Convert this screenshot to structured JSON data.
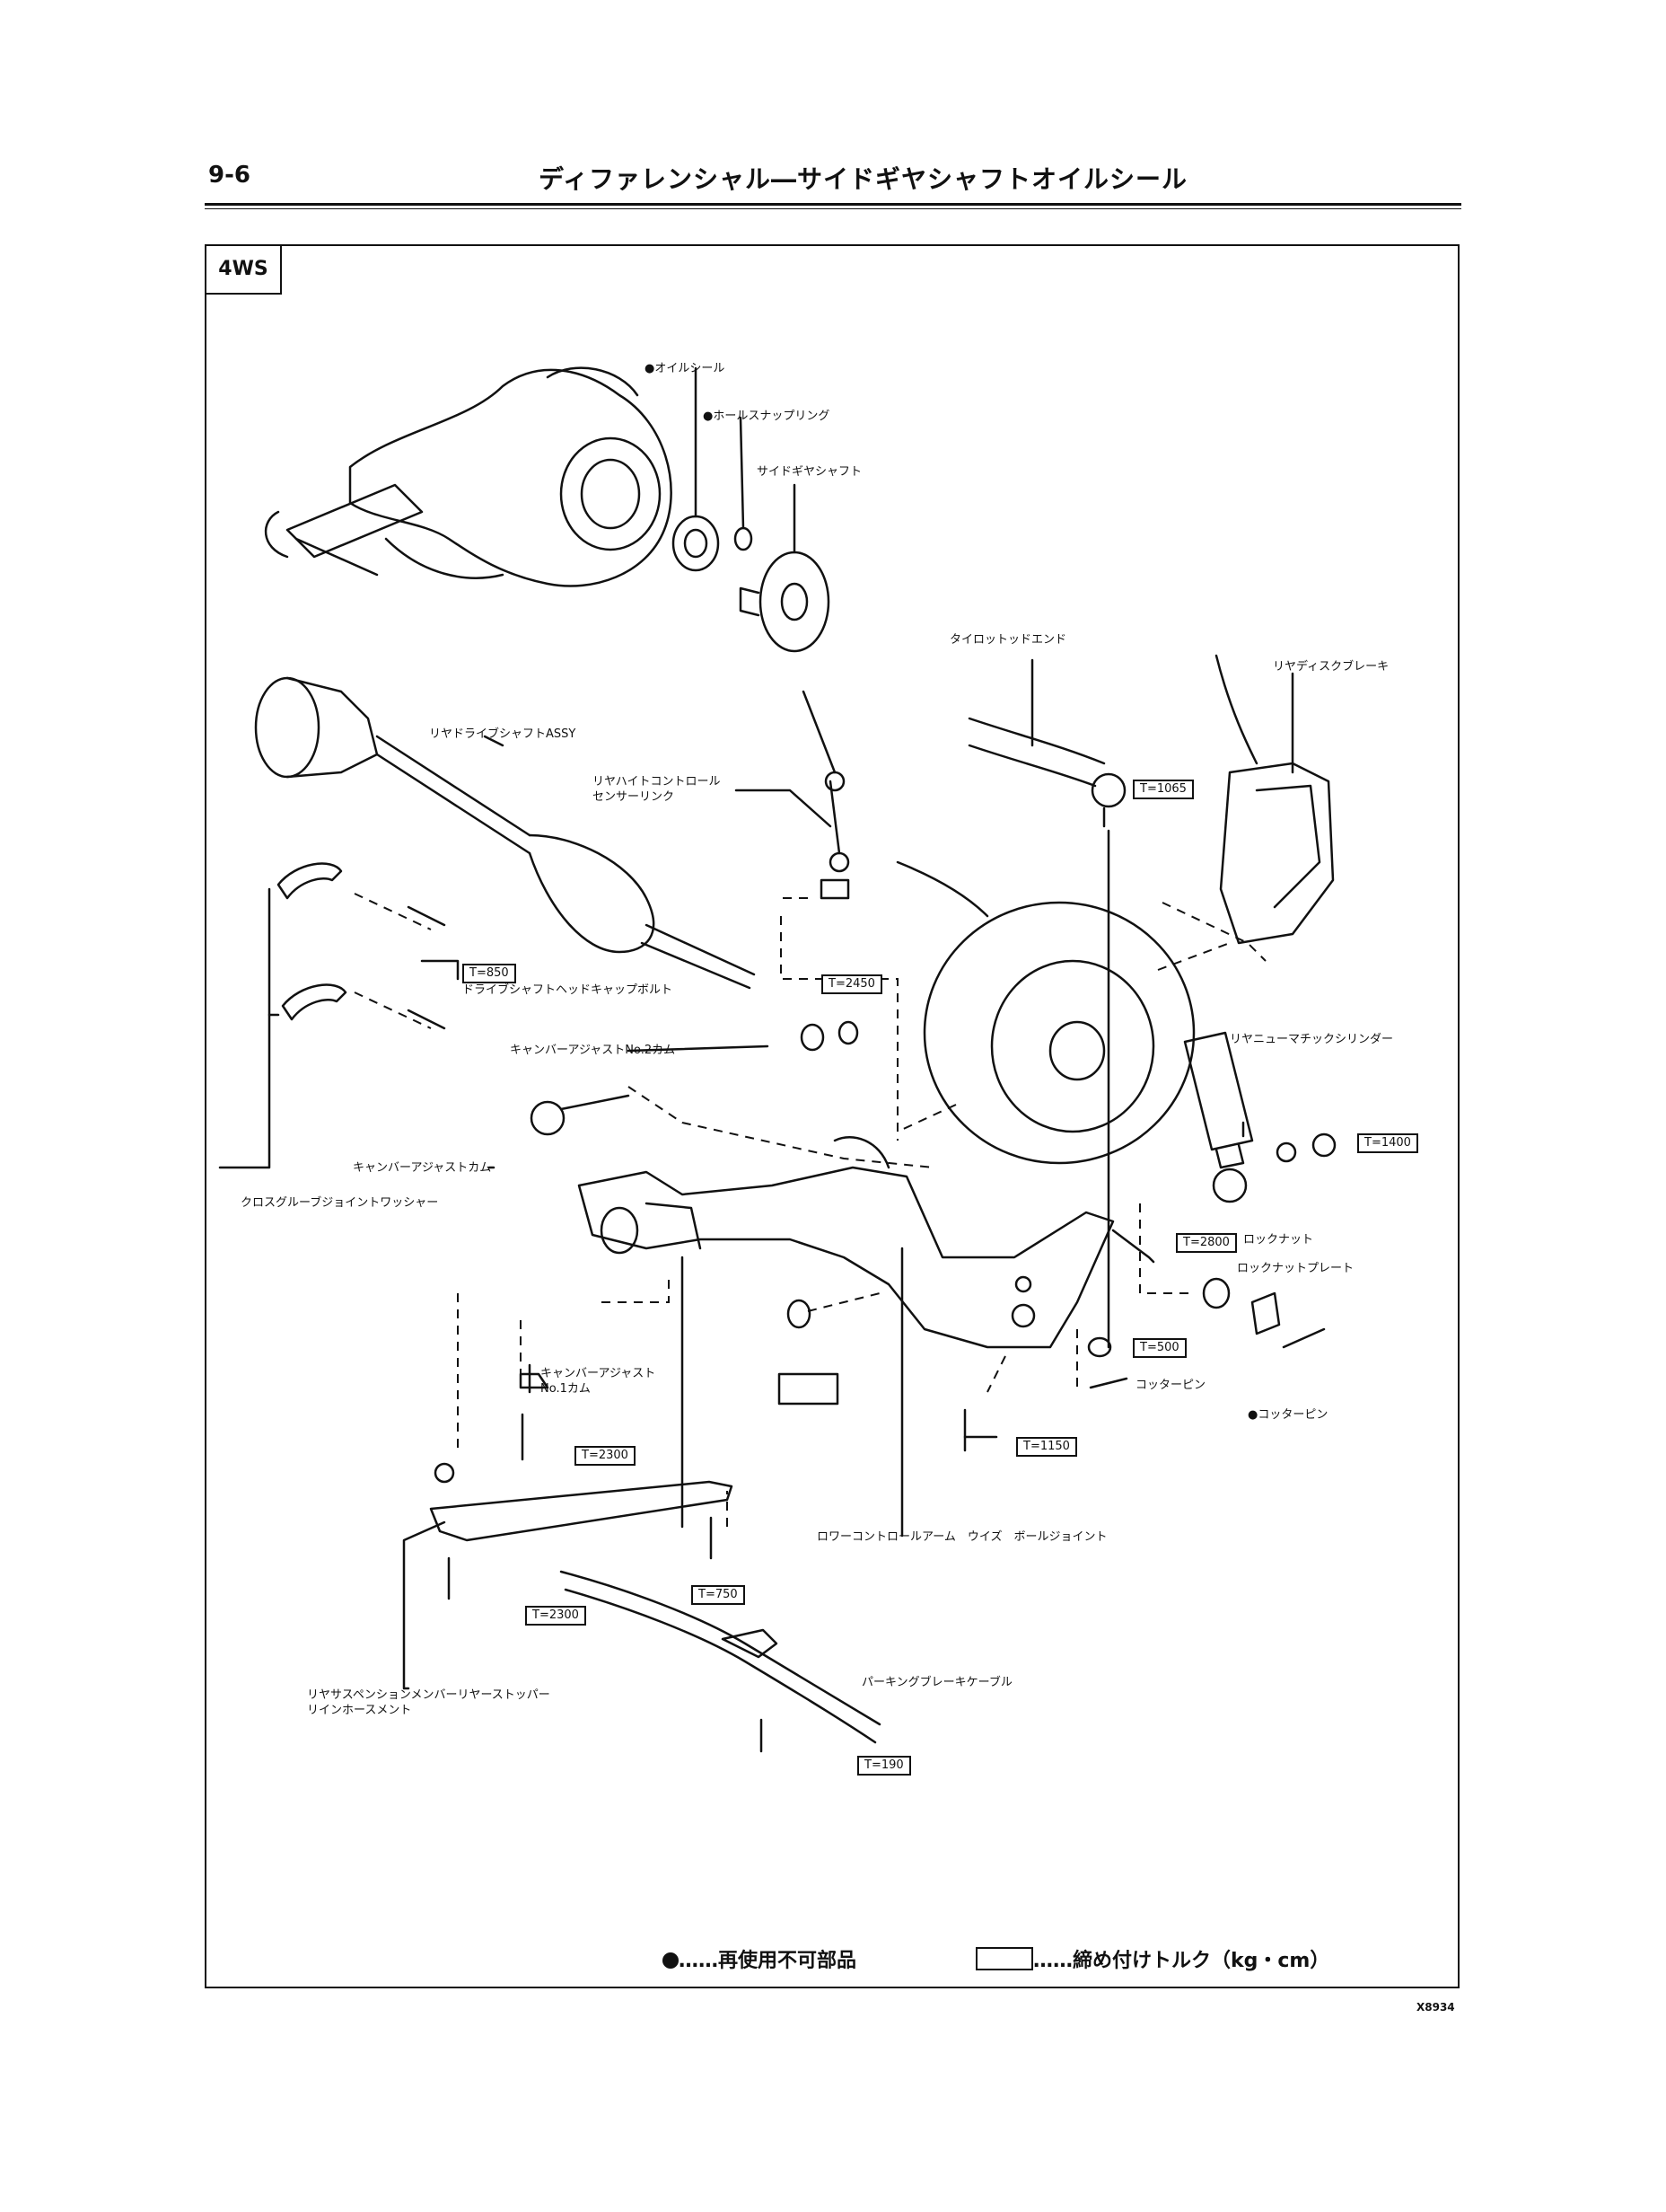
{
  "header": {
    "page_number": "9-6",
    "title": "ディファレンシャル―サイドギヤシャフトオイルシール"
  },
  "variant_tag": "4WS",
  "labels": {
    "oil_seal": "●オイルシール",
    "hole_snap_ring": "●ホールスナップリング",
    "side_gear_shaft": "サイドギヤシャフト",
    "tie_rod_end": "タイロットッドエンド",
    "rear_disc_brake": "リヤディスクブレーキ",
    "rear_drive_shaft": "リヤドライブシャフトASSY",
    "height_control_1": "リヤハイトコントロール",
    "height_control_2": "センサーリンク",
    "drive_shaft_bolt": "ドライブシャフトヘッドキャップボルト",
    "camber_cam_2": "キャンバーアジャストNo.2カム",
    "pneumatic_cylinder": "リヤニューマチックシリンダー",
    "camber_cam": "キャンバーアジャストカム",
    "cross_groove_washer": "クロスグルーブジョイントワッシャー",
    "lock_nut": "ロックナット",
    "lock_nut_plate": "ロックナットプレート",
    "camber_cam_1a": "キャンバーアジャスト",
    "camber_cam_1b": "No.1カム",
    "cotter_pin": "コッターピン",
    "cotter_pin_b": "●コッターピン",
    "lower_arm": "ロワーコントロールアーム　ウイズ　ボールジョイント",
    "member_1": "リヤサスペンションメンバーリヤーストッパー",
    "member_2": "リインホースメント",
    "parking_cable": "パーキングブレーキケーブル"
  },
  "torques": {
    "t1065": "T=1065",
    "t850": "T=850",
    "t2450": "T=2450",
    "t1400": "T=1400",
    "t2800": "T=2800",
    "t500": "T=500",
    "t2300a": "T=2300",
    "t1150": "T=1150",
    "t750": "T=750",
    "t2300b": "T=2300",
    "t190": "T=190"
  },
  "legend": {
    "non_reusable": "……再使用不可部品",
    "torque": "……締め付けトルク（kg・cm）"
  },
  "figure_code": "X8934"
}
